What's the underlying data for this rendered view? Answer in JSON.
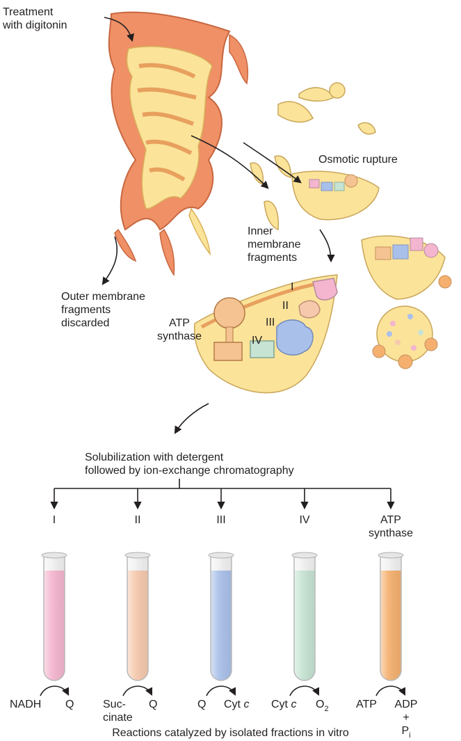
{
  "labels": {
    "treatment_l1": "Treatment",
    "treatment_l2": "with digitonin",
    "osmotic": "Osmotic rupture",
    "inner_l1": "Inner",
    "inner_l2": "membrane",
    "inner_l3": "fragments",
    "outer_l1": "Outer membrane",
    "outer_l2": "fragments",
    "outer_l3": "discarded",
    "atp_l1": "ATP",
    "atp_l2": "synthase",
    "cx_I": "I",
    "cx_II": "II",
    "cx_III": "III",
    "cx_IV": "IV",
    "solub_l1": "Solubilization with detergent",
    "solub_l2": "followed by ion-exchange chromatography",
    "caption": "Reactions catalyzed by isolated fractions in vitro"
  },
  "fractions": [
    {
      "label": "I",
      "label2": "",
      "color": "#f4b5cf"
    },
    {
      "label": "II",
      "label2": "",
      "color": "#f6c9ad"
    },
    {
      "label": "III",
      "label2": "",
      "color": "#a9c0ea"
    },
    {
      "label": "IV",
      "label2": "",
      "color": "#c6e3d3"
    },
    {
      "label": "ATP",
      "label2": "synthase",
      "color": "#f5b06f"
    }
  ],
  "reactions": {
    "r1_left": "NADH",
    "r1_right": "Q",
    "r2_left1": "Suc-",
    "r2_left2": "cinate",
    "r2_right": "Q",
    "r3_left": "Q",
    "r3_right_pre": "Cyt ",
    "r3_right_it": "c",
    "r4_left_pre": "Cyt ",
    "r4_left_it": "c",
    "r4_right": "O",
    "r4_right_sub": "2",
    "r5_left": "ATP",
    "r5_right1": "ADP",
    "r5_plus": "+",
    "r5_pi": "P",
    "r5_pi_sub": "i"
  },
  "colors": {
    "outer_membrane": "#ef9066",
    "matrix": "#fbe39a",
    "ink": "#231f20"
  }
}
